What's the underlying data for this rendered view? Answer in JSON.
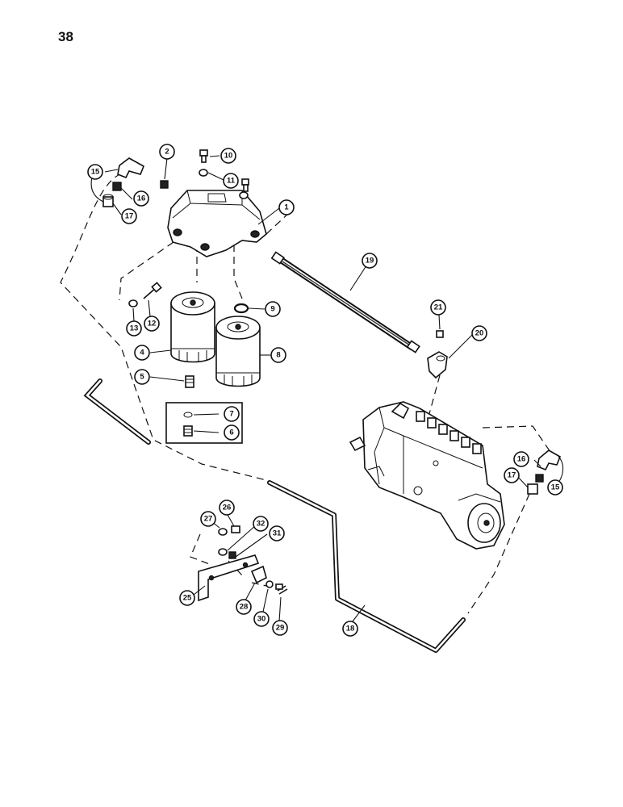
{
  "page": {
    "number": "38"
  },
  "callouts": [
    {
      "id": "c1",
      "label": "1"
    },
    {
      "id": "c2",
      "label": "2"
    },
    {
      "id": "c4",
      "label": "4"
    },
    {
      "id": "c5",
      "label": "5"
    },
    {
      "id": "c6",
      "label": "6"
    },
    {
      "id": "c7",
      "label": "7"
    },
    {
      "id": "c8",
      "label": "8"
    },
    {
      "id": "c9",
      "label": "9"
    },
    {
      "id": "c10",
      "label": "10"
    },
    {
      "id": "c11",
      "label": "11"
    },
    {
      "id": "c12",
      "label": "12"
    },
    {
      "id": "c13",
      "label": "13"
    },
    {
      "id": "c15a",
      "label": "15"
    },
    {
      "id": "c15b",
      "label": "15"
    },
    {
      "id": "c16a",
      "label": "16"
    },
    {
      "id": "c16b",
      "label": "16"
    },
    {
      "id": "c17a",
      "label": "17"
    },
    {
      "id": "c17b",
      "label": "17"
    },
    {
      "id": "c18",
      "label": "18"
    },
    {
      "id": "c19",
      "label": "19"
    },
    {
      "id": "c20",
      "label": "20"
    },
    {
      "id": "c21",
      "label": "21"
    },
    {
      "id": "c25",
      "label": "25"
    },
    {
      "id": "c26",
      "label": "26"
    },
    {
      "id": "c27",
      "label": "27"
    },
    {
      "id": "c28",
      "label": "28"
    },
    {
      "id": "c29",
      "label": "29"
    },
    {
      "id": "c30",
      "label": "30"
    },
    {
      "id": "c31",
      "label": "31"
    },
    {
      "id": "c32",
      "label": "32"
    }
  ]
}
